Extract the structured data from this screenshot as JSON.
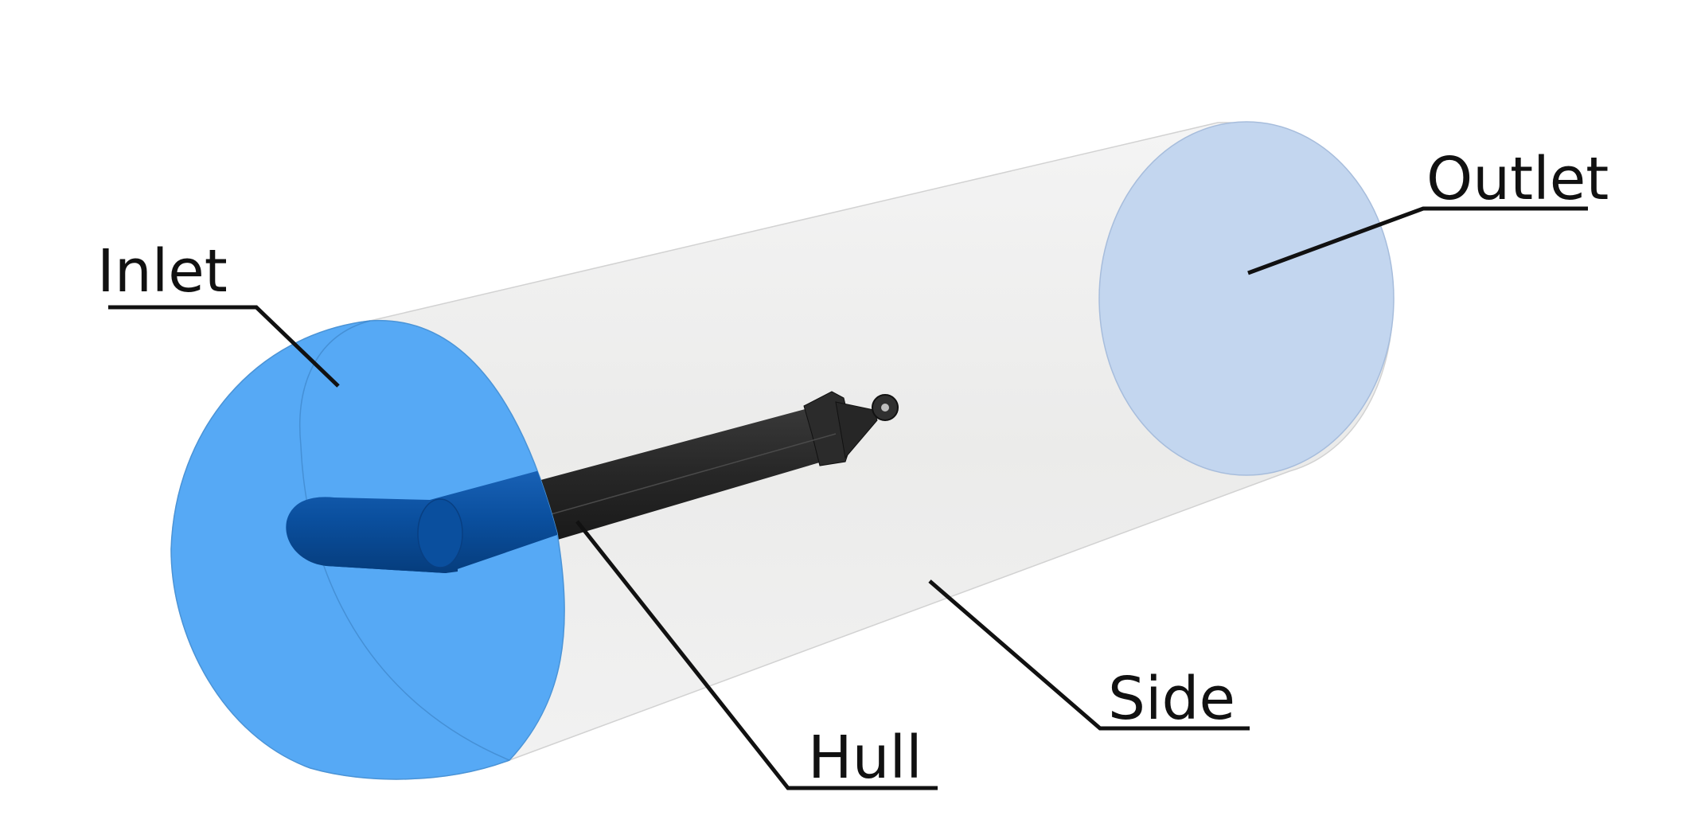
{
  "labels": {
    "inlet": "Inlet",
    "outlet": "Outlet",
    "hull": "Hull",
    "side": "Side"
  },
  "colors": {
    "inlet": "#56a9f5",
    "outlet": "#c3d6ef",
    "side": "#ececec",
    "hull": "#262626",
    "hull_in_inlet": "#0a4f9e",
    "leader": "#111111"
  }
}
